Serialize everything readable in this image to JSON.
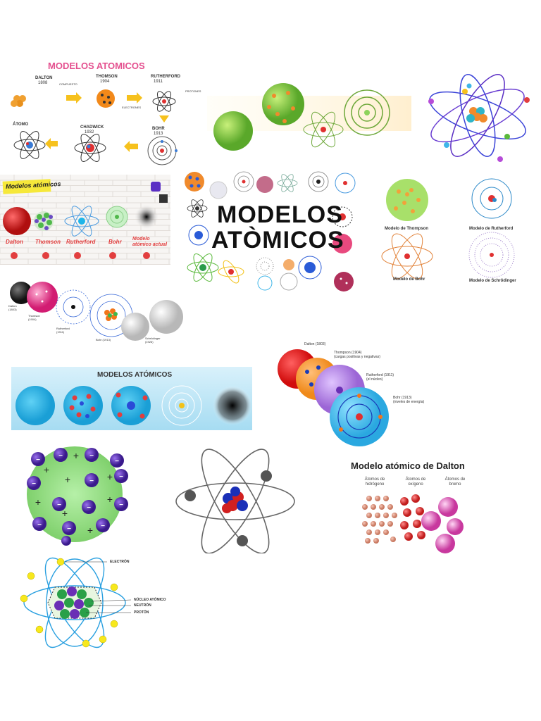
{
  "collage": {
    "p1": {
      "title": "MODELOS ATOMICOS",
      "dalton": "DALTON",
      "dalton_year": "1808",
      "thomson": "THOMSON",
      "thomson_year": "1904",
      "rutherford": "RUTHERFORD",
      "rutherford_year": "1911",
      "atomo": "ÁTOMO",
      "chadwick": "CHADWICK",
      "chadwick_year": "1932",
      "bohr": "BOHR",
      "bohr_year": "1913",
      "compuesto": "COMPUESTO",
      "electrones": "ELECTRONES",
      "protones": "PROTONES"
    },
    "p4": {
      "heading": "Modelos atómicos",
      "labels": [
        "Dalton",
        "Thomson",
        "Rutherford",
        "Bohr",
        "Modelo atómico actual"
      ]
    },
    "p5": {
      "line1": "MODELOS",
      "line2": "ATÒMICOS"
    },
    "p6": {
      "labels": [
        "Modelo de Thompson",
        "Modelo de Rutherford",
        "Modelo de Bohr",
        "Modelo de Schrödinger"
      ]
    },
    "p7": {
      "labels": [
        "Dalton (1803)",
        "Thomson (1904)",
        "Rutherford (1911)",
        "Bohr (1913)",
        "Schrödinger (1926)"
      ]
    },
    "p8": {
      "title": "MODELOS ATÓMICOS"
    },
    "p9": {
      "dalton": "Dalton (1803)",
      "thompson": "Thompson (1904)",
      "thompson_note": "(cargas positivas y negativas)",
      "rutherford": "Rutherford (1911)",
      "rutherford_note": "(el núcleo)",
      "bohr": "Bohr (1913)",
      "bohr_note": "(niveles de energía)"
    },
    "p12": {
      "title": "Modelo atómico de Dalton",
      "hidrogeno": "Átomos de hidrógeno",
      "oxigeno": "Átomos de oxígeno",
      "bromo": "Átomos de bromo"
    },
    "p13": {
      "electron": "ELECTRÓN",
      "nucleo": "NÚCLEO ATÓMICO",
      "neutron": "NEUTRÓN",
      "proton": "PROTÓN"
    }
  },
  "colors": {
    "pink_title": "#e4508f",
    "green_sphere": "#7cc441",
    "red_sphere": "#e02424",
    "purple": "#6b2fb3",
    "cyan": "#1fb5e8",
    "yellow": "#f7e81c"
  }
}
